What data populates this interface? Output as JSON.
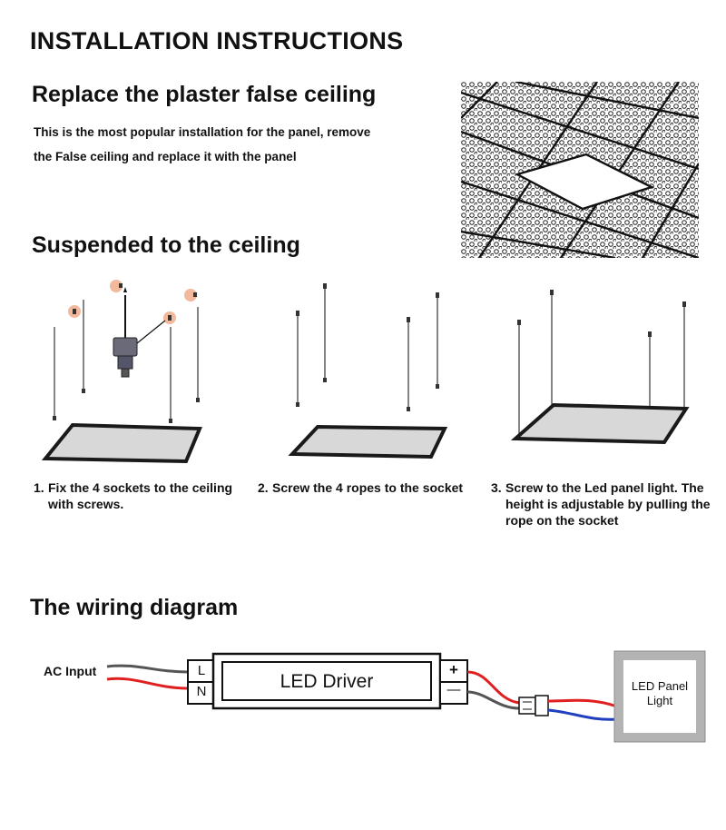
{
  "page_title": "INSTALLATION INSTRUCTIONS",
  "section_replace": {
    "heading": "Replace the plaster false ceiling",
    "text_line1": "This is the most popular installation for the panel, remove",
    "text_line2": "the False ceiling and replace it with the panel"
  },
  "section_suspended": {
    "heading": "Suspended to the ceiling",
    "steps": [
      {
        "number": "1.",
        "text": "Fix the 4 sockets to the ceiling with screws."
      },
      {
        "number": "2.",
        "text": "Screw the 4 ropes to the socket"
      },
      {
        "number": "3.",
        "text": "Screw to the Led panel light. The height is adjustable by pulling the rope on the socket"
      }
    ]
  },
  "section_wiring": {
    "heading": "The wiring diagram",
    "ac_input": "AC Input",
    "terminal_l": "L",
    "terminal_n": "N",
    "driver_label": "LED Driver",
    "terminal_plus": "+",
    "terminal_minus": "—",
    "panel_label_line1": "LED Panel",
    "panel_label_line2": "Light"
  },
  "colors": {
    "socket_highlight": "#f2b99c",
    "live_wire": "#e02020",
    "neutral_wire": "#555555",
    "dc_negative": "#2040c0",
    "panel_surface": "#d8d8d8",
    "panel_frame": "#1a1a1a",
    "panel_box_frame": "#b3b3b3"
  }
}
